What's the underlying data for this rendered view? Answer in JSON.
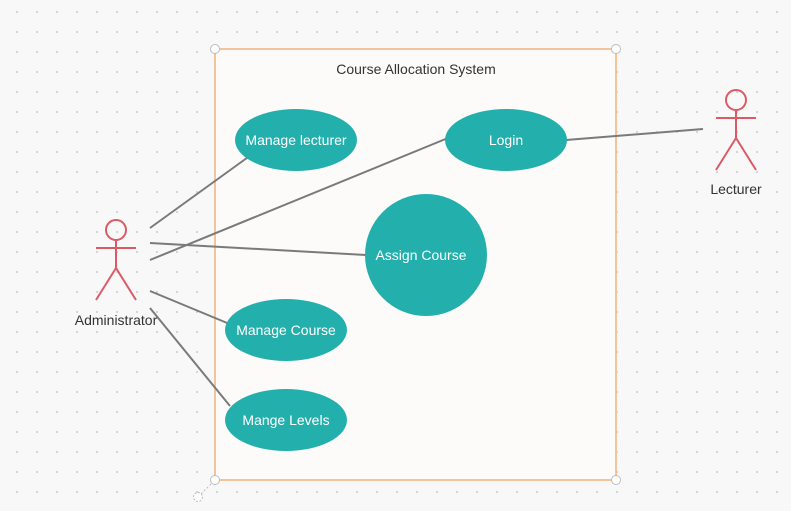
{
  "diagram": {
    "system": {
      "title": "Course Allocation System"
    },
    "actors": {
      "administrator": "Administrator",
      "lecturer": "Lecturer"
    },
    "use_cases": {
      "manage_lecturer": "Manage lecturer",
      "login": "Login",
      "assign_course": "Assign Course",
      "manage_course": "Manage Course",
      "mange_levels": "Mange Levels"
    },
    "associations": [
      [
        "administrator",
        "manage_lecturer"
      ],
      [
        "administrator",
        "login"
      ],
      [
        "administrator",
        "assign_course"
      ],
      [
        "administrator",
        "manage_course"
      ],
      [
        "administrator",
        "mange_levels"
      ],
      [
        "lecturer",
        "login"
      ]
    ]
  },
  "colors": {
    "use_case_fill": "#23b0ad",
    "actor_stroke": "#dc5a66",
    "system_border": "#f2c49c",
    "system_fill": "#fdfbfa",
    "association_line": "#7a7a7a"
  }
}
